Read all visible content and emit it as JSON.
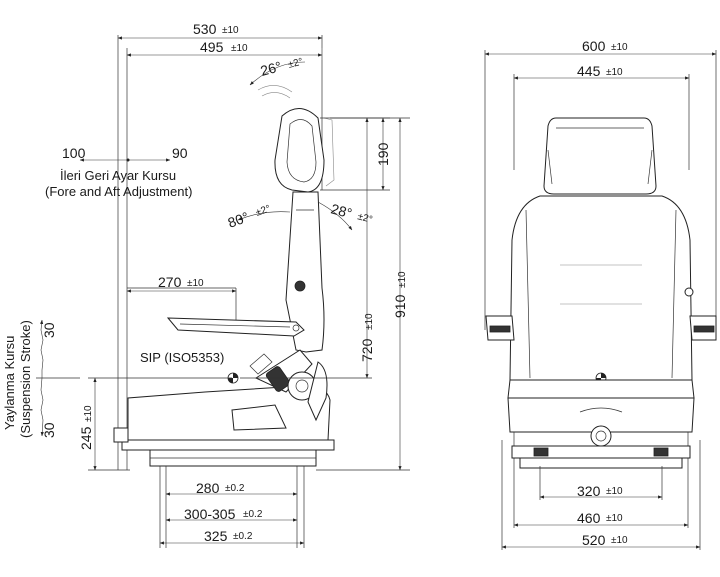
{
  "side": {
    "overall_depth": {
      "value": "530",
      "tol": "±10"
    },
    "seat_depth": {
      "value": "495",
      "tol": "±10"
    },
    "headrest_tilt": {
      "value": "26°",
      "tol": "±2°"
    },
    "fore_aft_front": "100",
    "fore_aft_back": "90",
    "fore_aft_label_tr": "İleri Geri Ayar Kursu",
    "fore_aft_label_en": "(Fore and Aft Adjustment)",
    "headrest_height": "190",
    "back_angle_front": {
      "value": "80°",
      "tol": "±2°"
    },
    "back_angle_rear": {
      "value": "28°",
      "tol": "±2°"
    },
    "armrest_depth": {
      "value": "270",
      "tol": "±10"
    },
    "sip_label": "SIP (ISO5353)",
    "sip_height": {
      "value": "245",
      "tol": "±10"
    },
    "back_height_720": {
      "value": "720",
      "tol": "±10"
    },
    "back_height_910": {
      "value": "910",
      "tol": "±10"
    },
    "stroke_up": "30",
    "stroke_down": "30",
    "stroke_label_tr": "Yaylanma Kursu",
    "stroke_label_en": "(Suspension Stroke)",
    "base_280": {
      "value": "280",
      "tol": "±0.2"
    },
    "base_300": {
      "value": "300-305",
      "tol": "±0.2"
    },
    "base_325": {
      "value": "325",
      "tol": "±0.2"
    }
  },
  "front": {
    "overall_width": {
      "value": "600",
      "tol": "±10"
    },
    "back_width": {
      "value": "445",
      "tol": "±10"
    },
    "rail_320": {
      "value": "320",
      "tol": "±10"
    },
    "base_460": {
      "value": "460",
      "tol": "±10"
    },
    "base_520": {
      "value": "520",
      "tol": "±10"
    }
  }
}
